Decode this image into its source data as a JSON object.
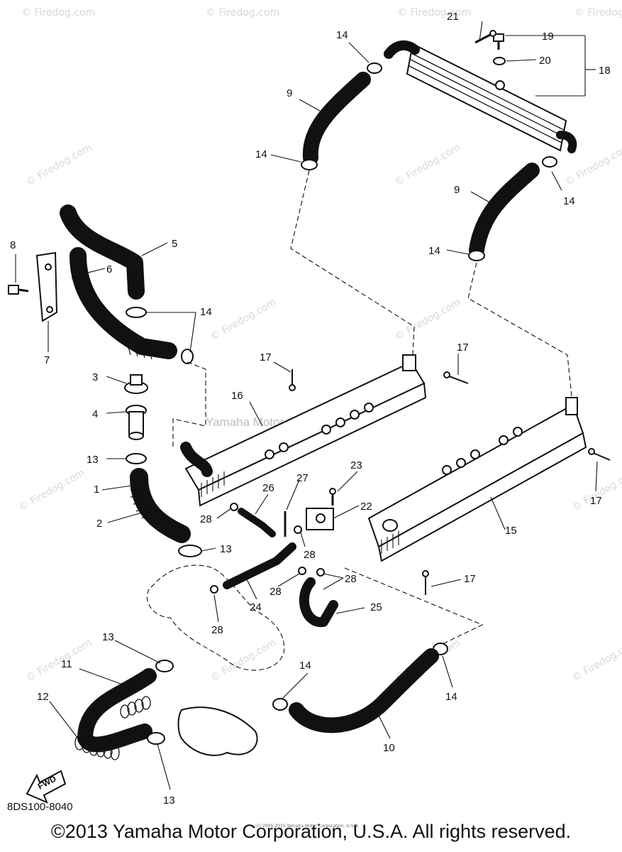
{
  "watermark": {
    "site": "© Firedog.com",
    "mid_text": "Yamaha Motor Corp., U.S.A."
  },
  "footer": {
    "diagram_code": "8DS100-8040",
    "copyright": "©2013 Yamaha Motor Corporation, U.S.A. All rights reserved.",
    "fine_print": "(c) 2005-2015 Yamaha Motor Corporation, U.S.A."
  },
  "fwd_arrow": {
    "label": "FWD"
  },
  "callouts": {
    "n1": "1",
    "n2": "2",
    "n3": "3",
    "n4": "4",
    "n5": "5",
    "n6": "6",
    "n7": "7",
    "n8": "8",
    "n9a": "9",
    "n9b": "9",
    "n10": "10",
    "n11": "11",
    "n12": "12",
    "n13a": "13",
    "n13b": "13",
    "n13c": "13",
    "n13d": "13",
    "n14a": "14",
    "n14b": "14",
    "n14c": "14",
    "n14d": "14",
    "n14e": "14",
    "n14f": "14",
    "n14g": "14",
    "n15": "15",
    "n16": "16",
    "n17a": "17",
    "n17b": "17",
    "n17c": "17",
    "n17d": "17",
    "n18": "18",
    "n19": "19",
    "n20": "20",
    "n21": "21",
    "n22": "22",
    "n23": "23",
    "n24": "24",
    "n25": "25",
    "n26": "26",
    "n27": "27",
    "n28a": "28",
    "n28b": "28",
    "n28c": "28",
    "n28d": "28",
    "n28e": "28"
  }
}
